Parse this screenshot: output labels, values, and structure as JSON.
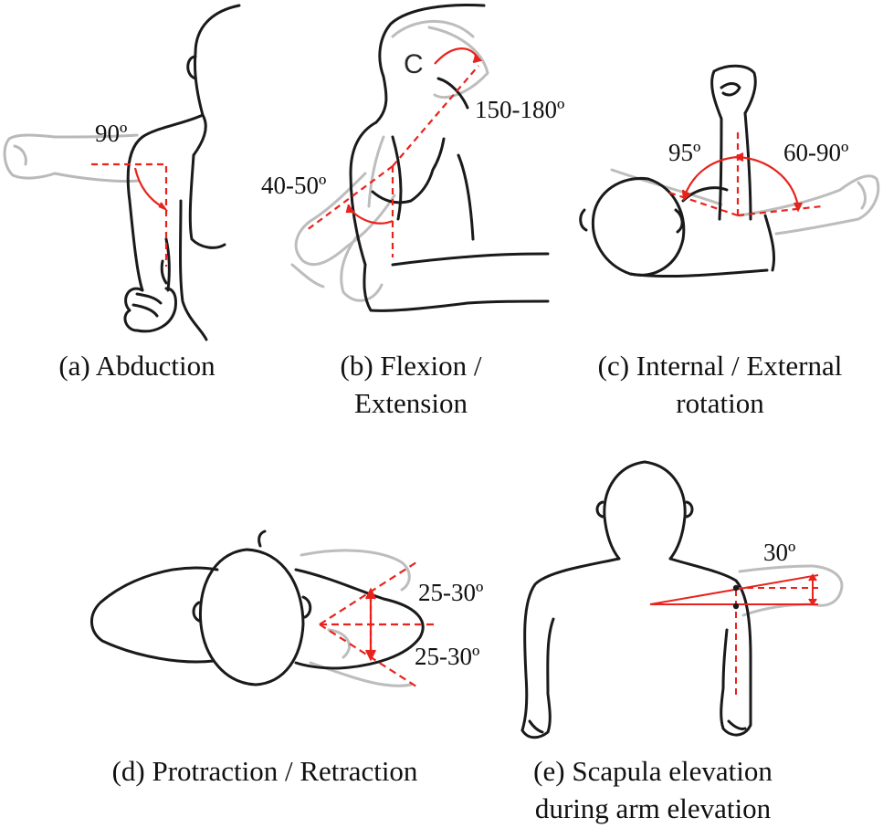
{
  "figure": {
    "colors": {
      "outline": "#1a1a1a",
      "ghost_outline": "#b9b9b9",
      "guide_line": "#e8231d"
    },
    "panels": [
      {
        "id": "a",
        "caption_lines": [
          "(a) Abduction"
        ],
        "angle_labels": [
          "90º"
        ]
      },
      {
        "id": "b",
        "caption_lines": [
          "(b) Flexion /",
          "Extension"
        ],
        "angle_labels": [
          "150-180º",
          "40-50º"
        ],
        "letter_mark": "C"
      },
      {
        "id": "c",
        "caption_lines": [
          "(c) Internal / External",
          "rotation"
        ],
        "angle_labels": [
          "95º",
          "60-90º"
        ]
      },
      {
        "id": "d",
        "caption_lines": [
          "(d) Protraction / Retraction"
        ],
        "angle_labels": [
          "25-30º",
          "25-30º"
        ]
      },
      {
        "id": "e",
        "caption_lines": [
          "(e) Scapula elevation",
          "during arm elevation"
        ],
        "angle_labels": [
          "30º"
        ]
      }
    ]
  }
}
